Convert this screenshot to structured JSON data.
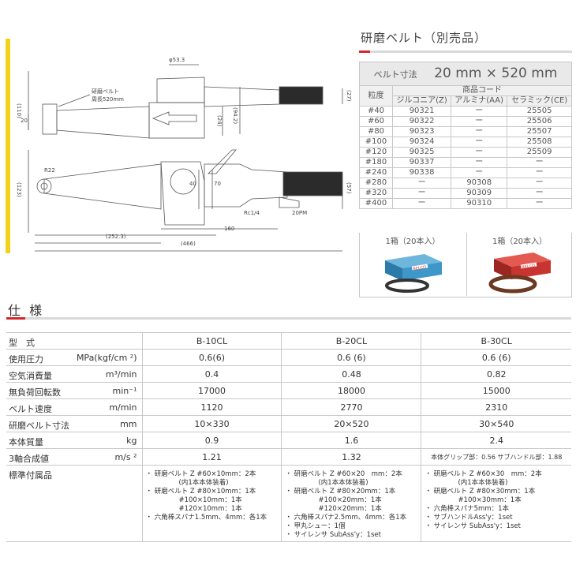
{
  "drawing": {
    "dims": {
      "phi": "φ53.3",
      "h110": "(110)",
      "d20": "20",
      "belt_note_1": "研磨ベルト",
      "belt_note_2": "周長520mm",
      "h24": "(24)",
      "h94": "(94.2)",
      "h27": "(27)",
      "r22": "R22",
      "h123": "(123)",
      "d40": "40",
      "d70": "70",
      "h57": "(57)",
      "rc": "Rc1/4",
      "pm": "20PM",
      "d160": "160",
      "d252": "(252.3)",
      "d466": "(466)"
    }
  },
  "belt": {
    "title": "研磨ベルト（別売品）",
    "size_label": "ベルト寸法",
    "size_value": "20 mm × 520 mm",
    "grit_header": "粒度",
    "code_header": "商品コード",
    "columns": [
      "ジルコニア(Z)",
      "アルミナ(AA)",
      "セラミック(CE)"
    ],
    "rows": [
      {
        "grit": "#40",
        "z": "90321",
        "aa": "ー",
        "ce": "25505"
      },
      {
        "grit": "#60",
        "z": "90322",
        "aa": "ー",
        "ce": "25506"
      },
      {
        "grit": "#80",
        "z": "90323",
        "aa": "ー",
        "ce": "25507"
      },
      {
        "grit": "#100",
        "z": "90324",
        "aa": "ー",
        "ce": "25508"
      },
      {
        "grit": "#120",
        "z": "90325",
        "aa": "ー",
        "ce": "25509"
      },
      {
        "grit": "#180",
        "z": "90337",
        "aa": "ー",
        "ce": "ー"
      },
      {
        "grit": "#240",
        "z": "90338",
        "aa": "ー",
        "ce": "ー"
      },
      {
        "grit": "#280",
        "z": "ー",
        "aa": "90308",
        "ce": "ー"
      },
      {
        "grit": "#320",
        "z": "ー",
        "aa": "90309",
        "ce": "ー"
      },
      {
        "grit": "#400",
        "z": "ー",
        "aa": "90310",
        "ce": "ー"
      }
    ],
    "box_label_1": "1箱（20本入）",
    "box_label_2": "1箱（20本入）",
    "box_brand": "BELCO",
    "colors": {
      "blue_box": "#3e97c9",
      "red_box": "#c8342f"
    }
  },
  "spec": {
    "title": "仕 様",
    "model_label": "型　式",
    "models": [
      "B-10CL",
      "B-20CL",
      "B-30CL"
    ],
    "rows": [
      {
        "label": "使用圧力",
        "unit": "MPa(kgf/cm ²)",
        "values": [
          "0.6(6)",
          "0.6 (6)",
          "0.6 (6)"
        ]
      },
      {
        "label": "空気消費量",
        "unit": "m³/min",
        "values": [
          "0.4",
          "0.48",
          "0.82"
        ]
      },
      {
        "label": "無負荷回転数",
        "unit": "min⁻¹",
        "values": [
          "17000",
          "18000",
          "15000"
        ]
      },
      {
        "label": "ベルト速度",
        "unit": "m/min",
        "values": [
          "1120",
          "2770",
          "2310"
        ]
      },
      {
        "label": "研磨ベルト寸法",
        "unit": "mm",
        "values": [
          "10×330",
          "20×520",
          "30×540"
        ]
      },
      {
        "label": "本体質量",
        "unit": "kg",
        "values": [
          "0.9",
          "1.6",
          "2.4"
        ]
      },
      {
        "label": "3軸合成値",
        "unit": "m/s ²",
        "values": [
          "1.21",
          "1.32",
          "本体グリップ部：0.56  サブハンドル部：1.88"
        ]
      }
    ],
    "accessories_label": "標準付属品",
    "accessories": [
      [
        "・ 研磨ベルト Z #60×10mm：2本",
        "(内1本本体装着)",
        "・ 研磨ベルト Z #80×10mm：1本",
        "#100×10mm：1本",
        "#120×10mm：1本",
        "・ 六角棒スパナ1.5mm、4mm：各1本"
      ],
      [
        "・ 研磨ベルト Z #60×20　mm：2本",
        "(内1本本体装着)",
        "・ 研磨ベルト Z #80×20mm：1本",
        "#100×20mm：1本",
        "#120×20mm：1本",
        "・ 六角棒スパナ2.5mm、4mm：各1本",
        "・ 甲丸シュー：1個",
        "・ サイレンサ SubAss'y：1set"
      ],
      [
        "・ 研磨ベルト Z #60×30　mm：2本",
        "(内1本本体装着)",
        "・ 研磨ベルト Z #80×30mm：1本",
        "#100×30mm：1本",
        "・ 六角棒スパナ5mm：1本",
        "・ サブハンドルAss'y：1set",
        "・ サイレンサ SubAss'y：1set"
      ]
    ]
  }
}
